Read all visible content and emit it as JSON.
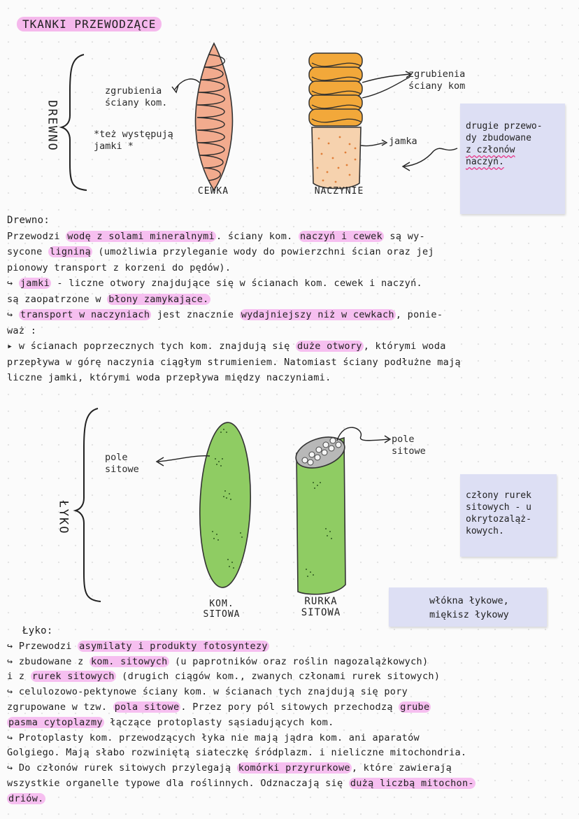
{
  "title": "TKANKI PRZEWODZĄCE",
  "xylem": {
    "side_label": "DREWNO",
    "note_thickenings": [
      "zgrubienia",
      "ściany kom."
    ],
    "note_pits": [
      "*też występują",
      "jamki *"
    ],
    "label_right_thickenings": [
      "zgrubienia",
      "ściany kom"
    ],
    "label_pit": "jamka",
    "caption_tracheid": "CEWKA",
    "caption_vessel": "NACZYNIE",
    "sticky_lines": [
      "drugie przewo-",
      "dy zbudowane",
      "z członów",
      "naczyń."
    ]
  },
  "xylem_text": {
    "heading": "Drewno:",
    "lines": [
      [
        {
          "t": "Przewodzi "
        },
        {
          "t": "wodę z solami mineralnymi",
          "h": 1
        },
        {
          "t": ". ściany kom. "
        },
        {
          "t": "naczyń i cewek",
          "h": 1
        },
        {
          "t": " są wy-"
        }
      ],
      [
        {
          "t": "sycone "
        },
        {
          "t": "ligniną",
          "h": 1
        },
        {
          "t": " (umożliwia przyleganie wody do powierzchni ścian oraz jej"
        }
      ],
      [
        {
          "t": "pionowy transport z korzeni do pędów)."
        }
      ],
      [
        {
          "t": "↪ "
        },
        {
          "t": "jamki",
          "h": 1
        },
        {
          "t": " - liczne otwory znajdujące się w ścianach kom. cewek i naczyń."
        }
      ],
      [
        {
          "t": "są zaopatrzone w "
        },
        {
          "t": "błony zamykające.",
          "h": 1
        }
      ],
      [
        {
          "t": "↪ "
        },
        {
          "t": "transport w naczyniach",
          "h": 1
        },
        {
          "t": " jest znacznie "
        },
        {
          "t": "wydajniejszy niż w cewkach",
          "h": 1
        },
        {
          "t": ", ponie-"
        }
      ],
      [
        {
          "t": "waż :"
        }
      ],
      [
        {
          "t": "▸ w ścianach poprzecznych tych kom. znajdują się "
        },
        {
          "t": "duże otwory",
          "h": 1
        },
        {
          "t": ", którymi woda"
        }
      ],
      [
        {
          "t": "przepływa w górę naczynia ciągłym strumieniem. Natomiast ściany podłużne mają"
        }
      ],
      [
        {
          "t": "liczne jamki, którymi woda przepływa między naczyniami."
        }
      ]
    ]
  },
  "phloem": {
    "side_label": "ŁYKO",
    "label_left_sieve": [
      "pole",
      "sitowe"
    ],
    "label_right_sieve": [
      "pole",
      "sitowe"
    ],
    "caption_cell": [
      "KOM.",
      "SITOWA"
    ],
    "caption_tube": [
      "RURKA",
      "SITOWA"
    ],
    "sticky_lines": [
      "człony rurek",
      "sitowych - u",
      "okrytozaląż-",
      "kowych."
    ],
    "sticky2_lines": [
      "włókna łykowe,",
      "miękisz łykowy"
    ]
  },
  "phloem_text": {
    "heading": "Łyko:",
    "lines": [
      [
        {
          "t": "↪ Przewodzi "
        },
        {
          "t": "asymilaty i produkty fotosyntezy",
          "h": 1
        }
      ],
      [
        {
          "t": "↪ zbudowane z "
        },
        {
          "t": "kom. sitowych",
          "h": 1
        },
        {
          "t": " (u paprotników oraz roślin nagozalążkowych)"
        }
      ],
      [
        {
          "t": "i z "
        },
        {
          "t": "rurek sitowych",
          "h": 1
        },
        {
          "t": " (drugich ciągów kom., zwanych członami rurek sitowych)"
        }
      ],
      [
        {
          "t": "↪ celulozowo-pektynowe ściany kom. w ścianach tych znajdują się pory"
        }
      ],
      [
        {
          "t": "zgrupowane w tzw. "
        },
        {
          "t": "pola sitowe",
          "h": 1
        },
        {
          "t": ". Przez pory pól sitowych przechodzą "
        },
        {
          "t": "grube",
          "h": 1
        }
      ],
      [
        {
          "t": "pasma cytoplazmy",
          "h": 1
        },
        {
          "t": " łączące protoplasty sąsiadujących kom."
        }
      ],
      [
        {
          "t": "↪ Protoplasty kom. przewodzących łyka nie mają jądra kom. ani aparatów"
        }
      ],
      [
        {
          "t": "Golgiego. Mają słabo rozwiniętą siateczkę śródplazm. i nieliczne mitochondria."
        }
      ],
      [
        {
          "t": "↪ Do członów rurek sitowych przylegają "
        },
        {
          "t": "komórki przyrurkowe",
          "h": 1
        },
        {
          "t": ", które zawierają"
        }
      ],
      [
        {
          "t": "wszystkie organelle typowe dla roślinnych. Odznaczają się "
        },
        {
          "t": "dużą liczbą mitochon-",
          "h": 1
        }
      ],
      [
        {
          "t": "driów.",
          "h": 1
        }
      ]
    ]
  },
  "colors": {
    "highlight": "#f6bff0",
    "vessel_orange": "#f2a83a",
    "vessel_lower": "#f5cfa9",
    "tracheid": "#f2ab8e",
    "phloem_green": "#8fcc63",
    "sticky": "#dddff4"
  }
}
